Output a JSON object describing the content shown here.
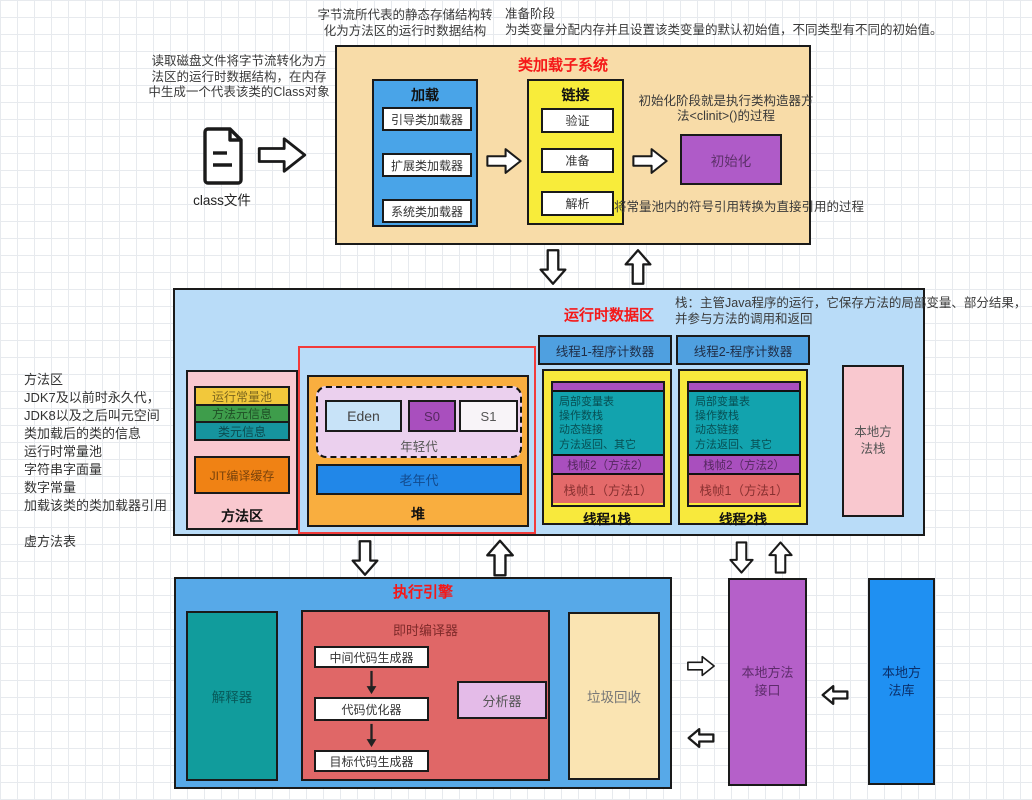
{
  "colors": {
    "red_title": "#f51818",
    "subsystem_tan": "#f8dca8",
    "loading_blue": "#49a4e8",
    "linking_yellow": "#f8ec3a",
    "init_purple": "#af5bc8",
    "runtime_bg": "#b9dcf8",
    "engine_bg": "#57a9e8",
    "pc_blue": "#4fa0e0",
    "method_area_pink": "#f9c8cf",
    "const_pool_gold": "#f2c83b",
    "method_meta_green": "#3e9d4b",
    "class_meta_teal": "#16949e",
    "jit_cache_orange": "#f08214",
    "heap_orange": "#f9ae3f",
    "heap_border_red": "#f23b3b",
    "young_lavender": "#ebd0ee",
    "eden_blue": "#c8e3f8",
    "s0_purple": "#a94fbe",
    "s1_white": "#f8f4f8",
    "old_gen_blue": "#2187e8",
    "stack_yellow": "#f8e93c",
    "stack_info_teal": "#12a3ae",
    "frame_red": "#e46a6a",
    "interpreter_teal": "#119c9c",
    "jit_salmon": "#e06767",
    "profiler_pink": "#e4bbe8",
    "gc_cream": "#fae4b2",
    "native_if_purple": "#b560c9",
    "native_lib_blue": "#1f90f2"
  },
  "notes": {
    "bytestream": "字节流所代表的静态存储结构转\n化为方法区的运行时数据结构",
    "prepare": "准备阶段\n为类变量分配内存并且设置该类变量的默认初始值，不同类型有不同的初始值。",
    "read_disk": "读取磁盘文件将字节流转化为方\n法区的运行时数据结构，在内存\n中生成一个代表该类的Class对象",
    "init_phase": "初始化阶段就是执行类构造器方\n法<clinit>()的过程",
    "resolve": "将常量池内的符号引用转换为直接引用的过程",
    "stack_note": "栈：主管Java程序的运行，它保存方法的局部变量、部分结果，\n并参与方法的调用和返回",
    "method_area_note": "方法区\nJDK7及以前时永久代，\nJDK8以及之后叫元空间\n类加载后的类的信息\n运行时常量池\n字符串字面量\n数字常量\n加载该类的类加载器引用\n\n虚方法表"
  },
  "class_file": {
    "label": "class文件"
  },
  "subsystem": {
    "title": "类加载子系统",
    "loading": {
      "title": "加载",
      "items": [
        "引导类加载器",
        "扩展类加载器",
        "系统类加载器"
      ]
    },
    "linking": {
      "title": "链接",
      "items": [
        "验证",
        "准备",
        "解析"
      ]
    },
    "init_label": "初始化"
  },
  "runtime": {
    "title": "运行时数据区",
    "pc1": "线程1-程序计数器",
    "pc2": "线程2-程序计数器",
    "method_area": {
      "label": "方法区",
      "items": [
        "运行常量池",
        "方法元信息",
        "类元信息",
        "JIT编译缓存"
      ]
    },
    "heap": {
      "label": "堆",
      "young_label": "年轻代",
      "eden": "Eden",
      "s0": "S0",
      "s1": "S1",
      "old": "老年代"
    },
    "stack1": {
      "label": "线程1栈",
      "info": "局部变量表\n操作数栈\n动态链接\n方法返回、其它",
      "frame2": "栈帧2（方法2）",
      "frame1": "栈帧1（方法1）"
    },
    "stack2": {
      "label": "线程2栈",
      "info": "局部变量表\n操作数栈\n动态链接\n方法返回、其它",
      "frame2": "栈帧2（方法2）",
      "frame1": "栈帧1（方法1）"
    },
    "native_stack": "本地方\n法栈"
  },
  "engine": {
    "title": "执行引擎",
    "interpreter": "解释器",
    "jit": {
      "title": "即时编译器",
      "steps": [
        "中间代码生成器",
        "代码优化器",
        "目标代码生成器"
      ],
      "profiler": "分析器"
    },
    "gc": "垃圾回收"
  },
  "native": {
    "interface": "本地方法\n接口",
    "library": "本地方\n法库"
  }
}
